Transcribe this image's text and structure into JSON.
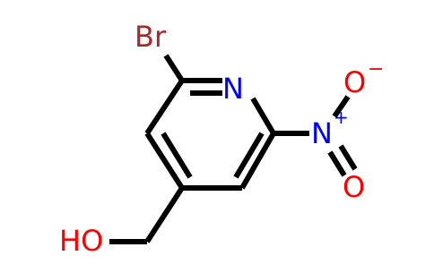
{
  "atoms": {
    "br": "Br",
    "n_ring": "N",
    "n_nitro": "N",
    "n_nitro_charge": "+",
    "o_upper": "O",
    "o_upper_charge": "−",
    "o_lower": "O",
    "hydroxyl": "HO"
  },
  "colors": {
    "bond": "#000000",
    "bromine": "#a52a2a",
    "nitrogen": "#0000ff",
    "oxygen": "#ff0000"
  }
}
